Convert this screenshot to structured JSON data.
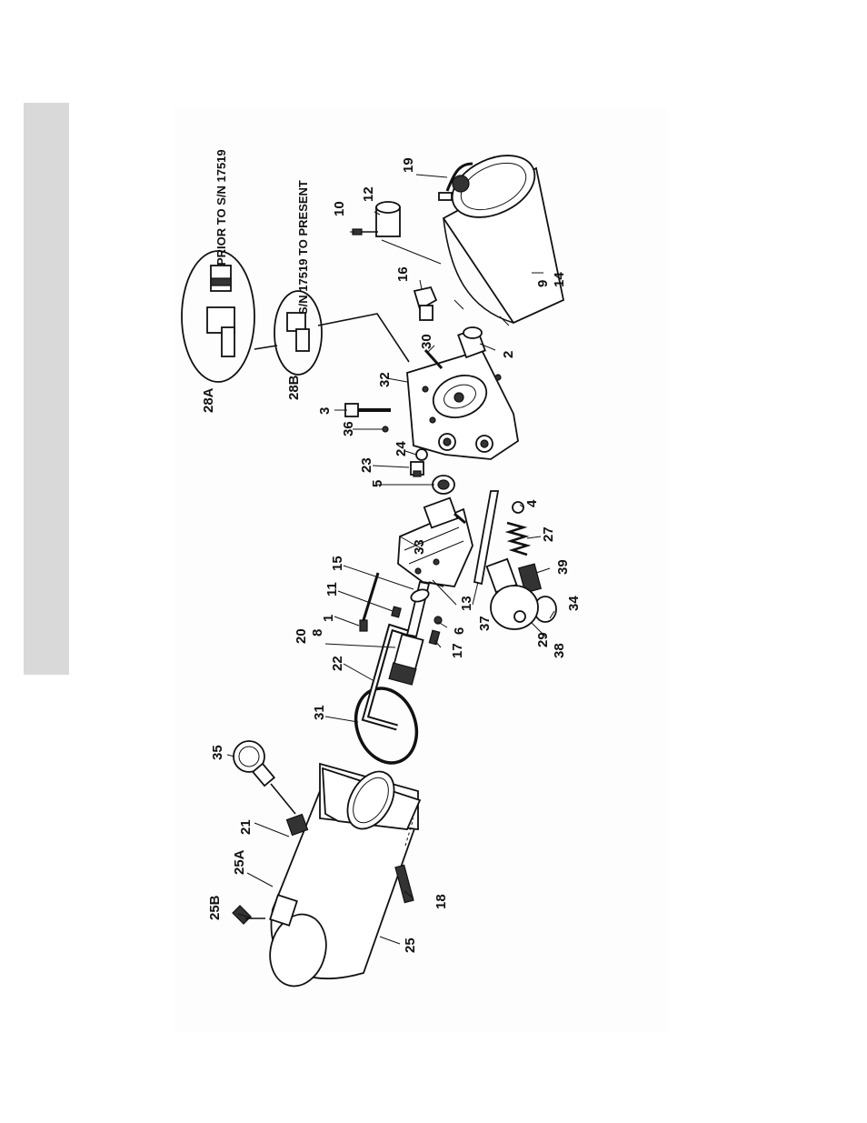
{
  "notes": {
    "prior": "PRIOR TO S/N 17519",
    "present": "S/N 17519 TO PRESENT"
  },
  "callouts": {
    "c1": "1",
    "c2": "2",
    "c3": "3",
    "c4": "4",
    "c5": "5",
    "c6": "6",
    "c8": "8",
    "c9": "9",
    "c10": "10",
    "c11": "11",
    "c12": "12",
    "c13": "13",
    "c14": "14",
    "c15": "15",
    "c16": "16",
    "c17": "17",
    "c18": "18",
    "c19": "19",
    "c20": "20",
    "c21": "21",
    "c22": "22",
    "c23": "23",
    "c24": "24",
    "c25": "25",
    "c25A": "25A",
    "c25B": "25B",
    "c27": "27",
    "c28A": "28A",
    "c28B": "28B",
    "c29": "29",
    "c30": "30",
    "c31": "31",
    "c32": "32",
    "c33": "33",
    "c34": "34",
    "c35": "35",
    "c36": "36",
    "c37": "37",
    "c38": "38",
    "c39": "39"
  }
}
